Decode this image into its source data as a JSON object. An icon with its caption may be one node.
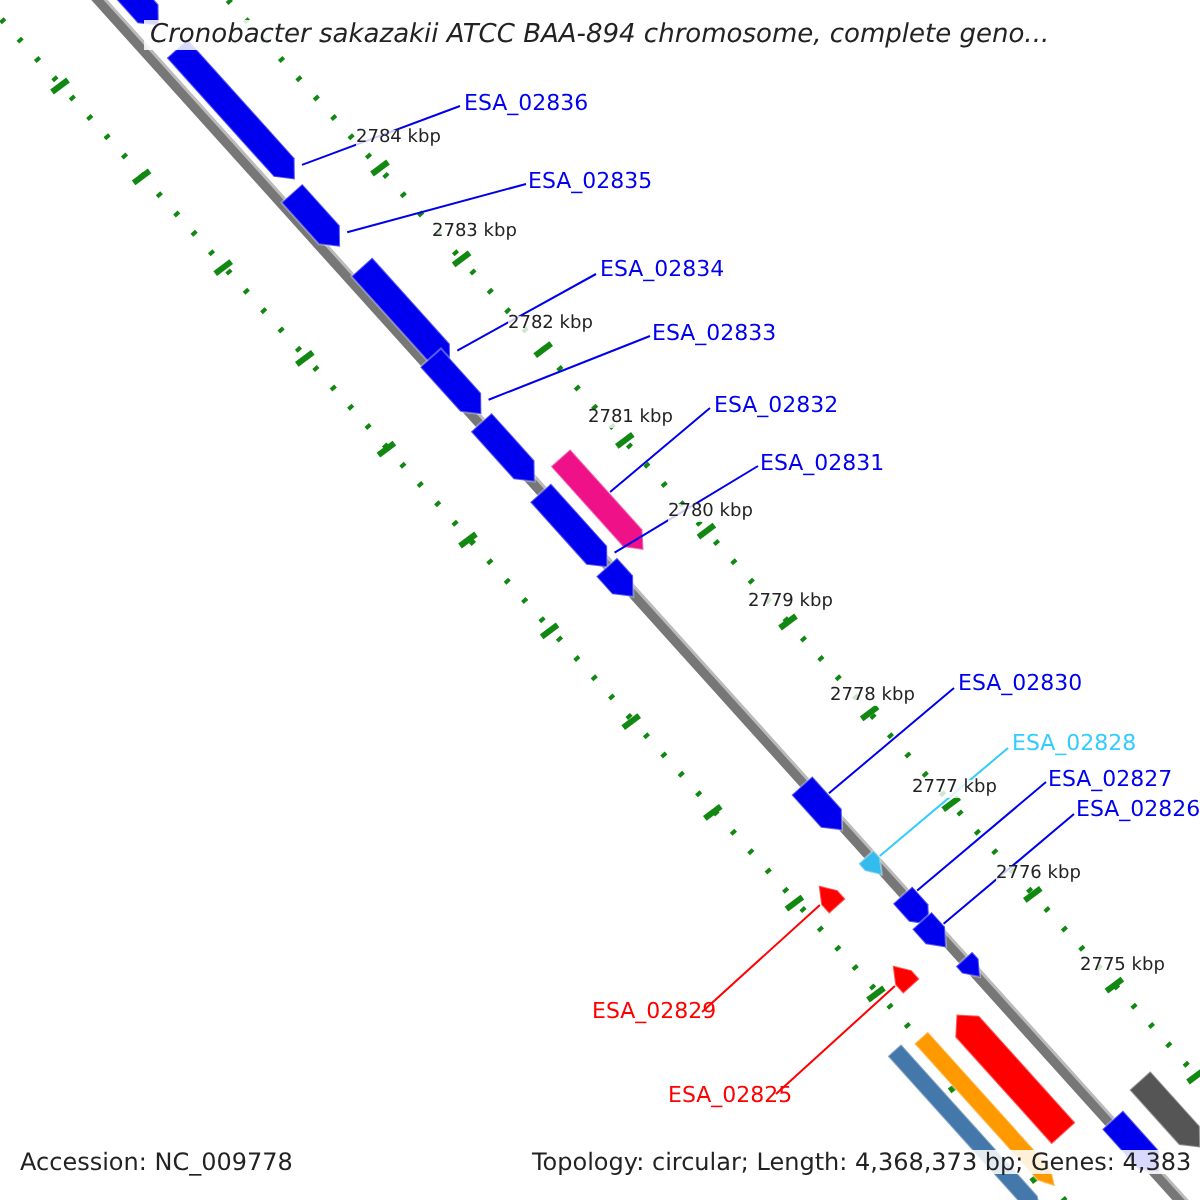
{
  "diagram": {
    "title": "Cronobacter sakazakii ATCC BAA-894 chromosome, complete geno...",
    "nodes": [
      {
        "text": [
          "ESA_02836"
        ]
      },
      {
        "text": [
          "ESA_02835"
        ]
      },
      {
        "text": [
          "ESA_02834"
        ]
      },
      {
        "text": [
          "ESA_02833"
        ]
      },
      {
        "text": [
          "ESA_02832"
        ]
      },
      {
        "text": [
          "ESA_02831"
        ]
      },
      {
        "text": [
          "ESA_02830"
        ]
      },
      {
        "text": [
          "ESA_02828"
        ]
      },
      {
        "text": [
          "ESA_02827"
        ]
      },
      {
        "text": [
          "ESA_02826"
        ]
      },
      {
        "text": [
          "ESA_02829"
        ]
      },
      {
        "text": [
          "ESA_02825"
        ]
      },
      {
        "text": [],
        "shape": "pentagon"
      },
      {
        "text": [],
        "shape": "pentagon"
      },
      {
        "text": [],
        "shape": "pentagon"
      },
      {
        "text": [],
        "shape": "pentagon"
      },
      {
        "text": [],
        "shape": "pentagon"
      },
      {
        "text": [],
        "shape": "pentagon"
      },
      {
        "text": [],
        "shape": "pentagon"
      },
      {
        "text": [],
        "shape": "pentagon"
      },
      {
        "text": [],
        "shape": "pentagon"
      },
      {
        "text": [],
        "shape": "pentagon"
      },
      {
        "text": [],
        "shape": "pentagon"
      },
      {
        "text": [],
        "shape": "pentagon"
      },
      {
        "text": [],
        "shape": "pentagon"
      },
      {
        "text": [],
        "shape": "pentagon"
      },
      {
        "text": [],
        "shape": "pentagon"
      },
      {
        "text": [],
        "shape": "pentagon"
      },
      {
        "text": [],
        "shape": "pentagon"
      },
      {
        "text": [],
        "shape": "pentagon"
      },
      {
        "text": [],
        "shape": "pentagon"
      },
      {
        "text": [],
        "shape": "pentagon"
      },
      {
        "text": [],
        "shape": "pentagon"
      }
    ],
    "edges": [
      {
        "from": 0,
        "to": 13,
        "arrow": "none"
      },
      {
        "from": 1,
        "to": 14,
        "arrow": "none"
      },
      {
        "from": 2,
        "to": 15,
        "arrow": "none"
      },
      {
        "from": 3,
        "to": 16,
        "arrow": "none"
      },
      {
        "from": 4,
        "to": 18,
        "arrow": "none"
      },
      {
        "from": 5,
        "to": 19,
        "arrow": "none"
      },
      {
        "from": 6,
        "to": 21,
        "arrow": "none"
      },
      {
        "from": 7,
        "to": 22,
        "arrow": "none",
        "color": "#33ccff"
      },
      {
        "from": 8,
        "to": 24,
        "arrow": "none"
      },
      {
        "from": 9,
        "to": 25,
        "arrow": "none"
      },
      {
        "from": 10,
        "to": 23,
        "arrow": "none",
        "color": "#ff0000"
      },
      {
        "from": 11,
        "to": 27,
        "arrow": "none",
        "color": "#ff0000"
      }
    ],
    "labels": [
      "2784 kbp",
      "2783 kbp",
      "2782 kbp",
      "2781 kbp",
      "2780 kbp",
      "2779 kbp",
      "2778 kbp",
      "2777 kbp",
      "2776 kbp",
      "2775 kbp",
      "Accession: NC_009778",
      "Topology: circular; Length: 4,368,373 bp; Genes: 4,383"
    ]
  }
}
